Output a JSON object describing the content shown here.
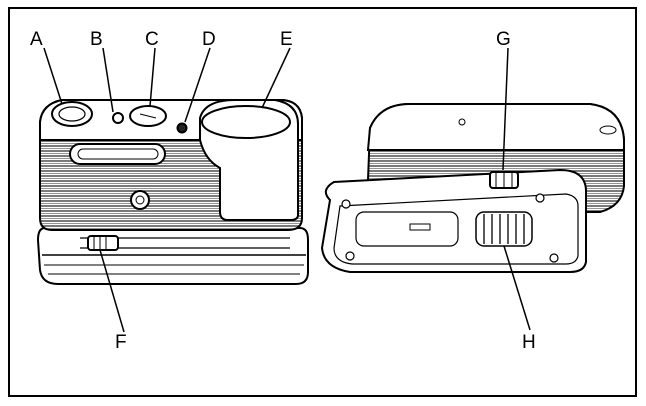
{
  "figure": {
    "labels": {
      "a": "A",
      "b": "B",
      "c": "C",
      "d": "D",
      "e": "E",
      "f": "F",
      "g": "G",
      "h": "H"
    }
  }
}
